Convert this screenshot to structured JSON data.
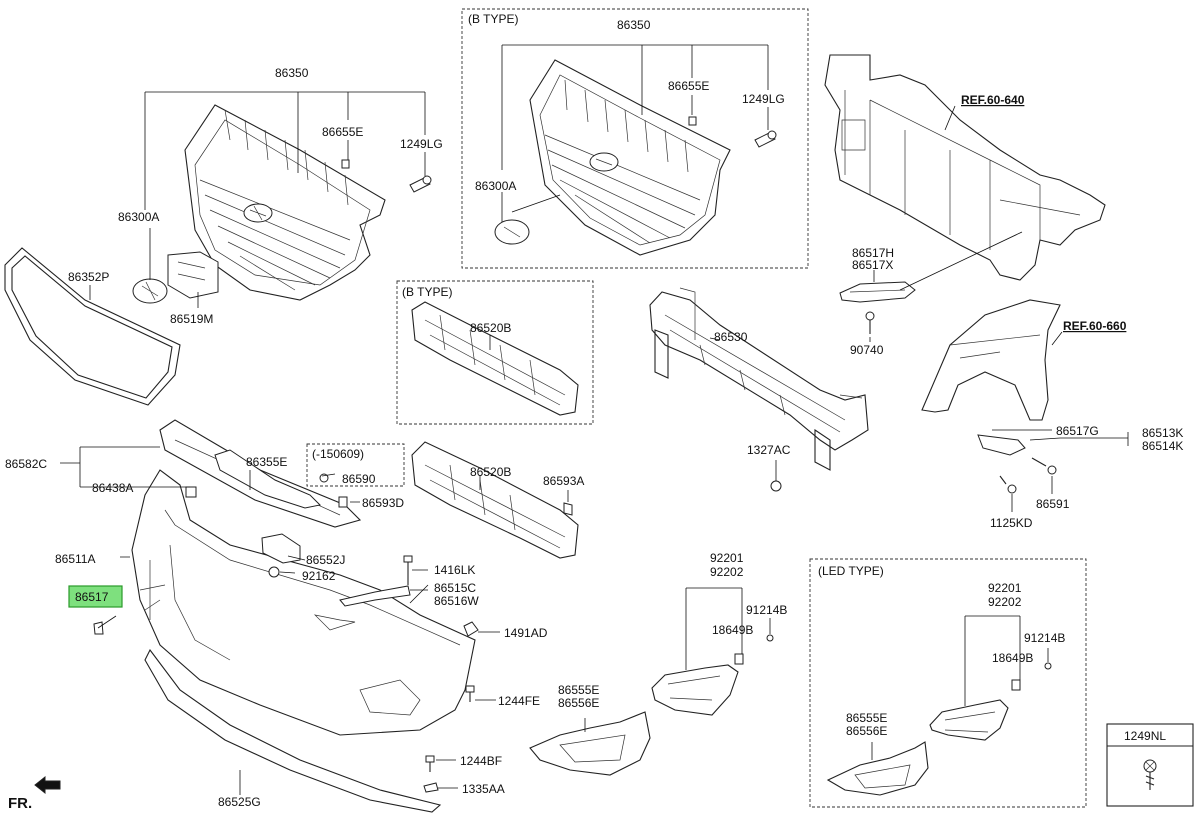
{
  "title": "",
  "groups": {
    "b_type_grille": "(B TYPE)",
    "b_type_absorber": "(B TYPE)",
    "serial_note": "(-150609)",
    "led_type": "(LED TYPE)",
    "ref_carrier": "REF.60-640",
    "ref_fender": "REF.60-660",
    "front_indicator": "FR.",
    "fastener_box": "1249NL"
  },
  "parts": {
    "p86350_main": "86350",
    "p86655E_main": "86655E",
    "p1249LG_main": "1249LG",
    "p86300A_main": "86300A",
    "p86352P": "86352P",
    "p86519M": "86519M",
    "p86350_b": "86350",
    "p86655E_b": "86655E",
    "p1249LG_b": "1249LG",
    "p86300A_b": "86300A",
    "p86520B_a": "86520B",
    "p86530": "86530",
    "p1327AC": "1327AC",
    "p86517H": "86517H",
    "p86517X": "86517X",
    "p90740": "90740",
    "p86517G": "86517G",
    "p86513K": "86513K",
    "p86514K": "86514K",
    "p86591": "86591",
    "p1125KD": "1125KD",
    "p86582C": "86582C",
    "p86438A": "86438A",
    "p86355E": "86355E",
    "p86590": "86590",
    "p86593D": "86593D",
    "p86520B_b": "86520B",
    "p86593A": "86593A",
    "p86511A": "86511A",
    "p86517": "86517",
    "p86552J": "86552J",
    "p92162": "92162",
    "p1416LK": "1416LK",
    "p86515C": "86515C",
    "p86516W": "86516W",
    "p1491AD": "1491AD",
    "p1244FE": "1244FE",
    "p1244BF": "1244BF",
    "p1335AA": "1335AA",
    "p86525G": "86525G",
    "p92201_a": "92201",
    "p92202_a": "92202",
    "p91214B_a": "91214B",
    "p18649B_a": "18649B",
    "p86555E_a": "86555E",
    "p86556E_a": "86556E",
    "p92201_b": "92201",
    "p92202_b": "92202",
    "p91214B_b": "91214B",
    "p18649B_b": "18649B",
    "p86555E_b": "86555E",
    "p86556E_b": "86556E"
  },
  "highlighted_part": "86517",
  "colors": {
    "highlight_fill": "#7ee07e",
    "highlight_border": "#2a9a2a",
    "line": "#222222"
  }
}
